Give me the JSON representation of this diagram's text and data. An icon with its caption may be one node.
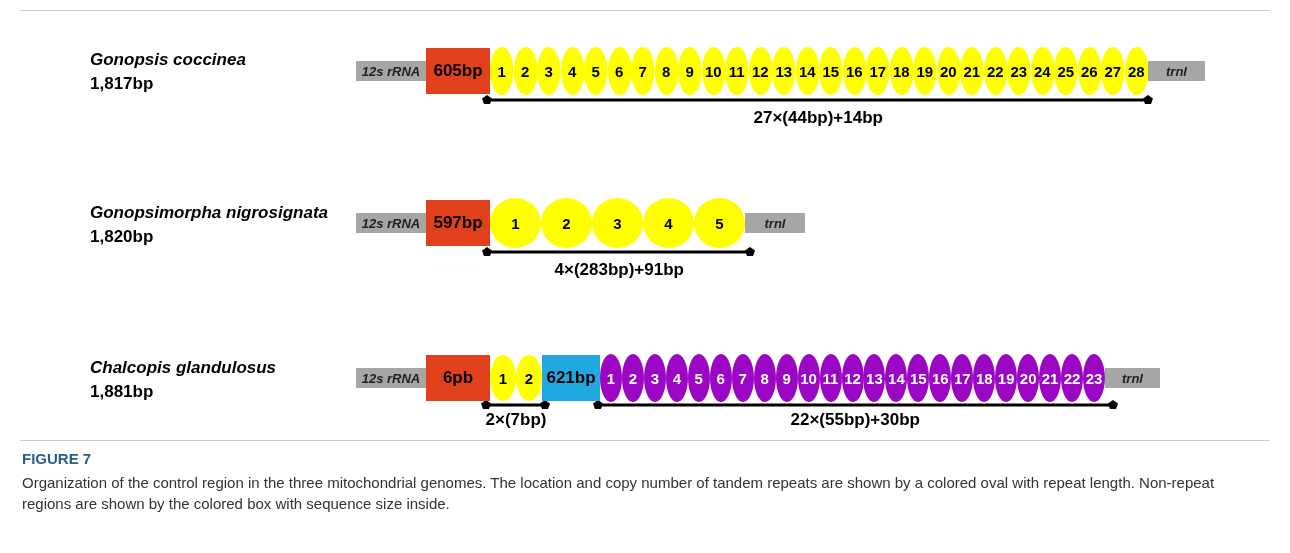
{
  "diagram": {
    "caption": "Organization of the control region in the three mitochondrial genomes. The location and copy number of tandem repeats are shown by a colored oval with repeat length. Non-repeat regions are shown by the colored box with sequence size inside.",
    "nodes": [
      {
        "text": [
          "12s rRNA"
        ]
      },
      {
        "text": [
          "605bp"
        ]
      },
      {
        "text": [
          "1"
        ]
      },
      {
        "text": [
          "2"
        ]
      },
      {
        "text": [
          "3"
        ]
      },
      {
        "text": [
          "4"
        ]
      },
      {
        "text": [
          "5"
        ]
      },
      {
        "text": [
          "6"
        ]
      },
      {
        "text": [
          "7"
        ]
      },
      {
        "text": [
          "8"
        ]
      },
      {
        "text": [
          "9"
        ]
      },
      {
        "text": [
          "10"
        ]
      },
      {
        "text": [
          "11"
        ]
      },
      {
        "text": [
          "12"
        ]
      },
      {
        "text": [
          "13"
        ]
      },
      {
        "text": [
          "14"
        ]
      },
      {
        "text": [
          "15"
        ]
      },
      {
        "text": [
          "16"
        ]
      },
      {
        "text": [
          "17"
        ]
      },
      {
        "text": [
          "18"
        ]
      },
      {
        "text": [
          "19"
        ]
      },
      {
        "text": [
          "20"
        ]
      },
      {
        "text": [
          "21"
        ]
      },
      {
        "text": [
          "22"
        ]
      },
      {
        "text": [
          "23"
        ]
      },
      {
        "text": [
          "24"
        ]
      },
      {
        "text": [
          "25"
        ]
      },
      {
        "text": [
          "26"
        ]
      },
      {
        "text": [
          "27"
        ]
      },
      {
        "text": [
          "28"
        ]
      },
      {
        "text": [
          "trnl"
        ]
      },
      {
        "text": [
          "12s rRNA"
        ]
      },
      {
        "text": [
          "597bp"
        ]
      },
      {
        "text": [
          "1"
        ]
      },
      {
        "text": [
          "2"
        ]
      },
      {
        "text": [
          "3"
        ]
      },
      {
        "text": [
          "4"
        ]
      },
      {
        "text": [
          "5"
        ]
      },
      {
        "text": [
          "trnl"
        ]
      },
      {
        "text": [
          "12s rRNA"
        ]
      },
      {
        "text": [
          "6pb"
        ]
      },
      {
        "text": [
          "1"
        ]
      },
      {
        "text": [
          "2"
        ]
      },
      {
        "text": [
          "621bp"
        ]
      },
      {
        "text": [
          "1"
        ]
      },
      {
        "text": [
          "2"
        ]
      },
      {
        "text": [
          "3"
        ]
      },
      {
        "text": [
          "4"
        ]
      },
      {
        "text": [
          "5"
        ]
      },
      {
        "text": [
          "6"
        ]
      },
      {
        "text": [
          "7"
        ]
      },
      {
        "text": [
          "8"
        ]
      },
      {
        "text": [
          "9"
        ]
      },
      {
        "text": [
          "10"
        ]
      },
      {
        "text": [
          "11"
        ]
      },
      {
        "text": [
          "12"
        ]
      },
      {
        "text": [
          "13"
        ]
      },
      {
        "text": [
          "14"
        ]
      },
      {
        "text": [
          "15"
        ]
      },
      {
        "text": [
          "16"
        ]
      },
      {
        "text": [
          "17"
        ]
      },
      {
        "text": [
          "18"
        ]
      },
      {
        "text": [
          "19"
        ]
      },
      {
        "text": [
          "20"
        ]
      },
      {
        "text": [
          "21"
        ]
      },
      {
        "text": [
          "22"
        ]
      },
      {
        "text": [
          "23"
        ]
      },
      {
        "text": [
          "trnl"
        ]
      }
    ],
    "labels": [
      "Gonopsis coccinea",
      "1,817bp",
      "27×(44bp)+14bp",
      "Gonopsimorpha nigrosignata",
      "1,820bp",
      "4×(283bp)+91bp",
      "Chalcopis glandulosus",
      "1,881bp",
      "2×(7bp)",
      "22×(55bp)+30bp",
      "FIGURE 7"
    ]
  }
}
